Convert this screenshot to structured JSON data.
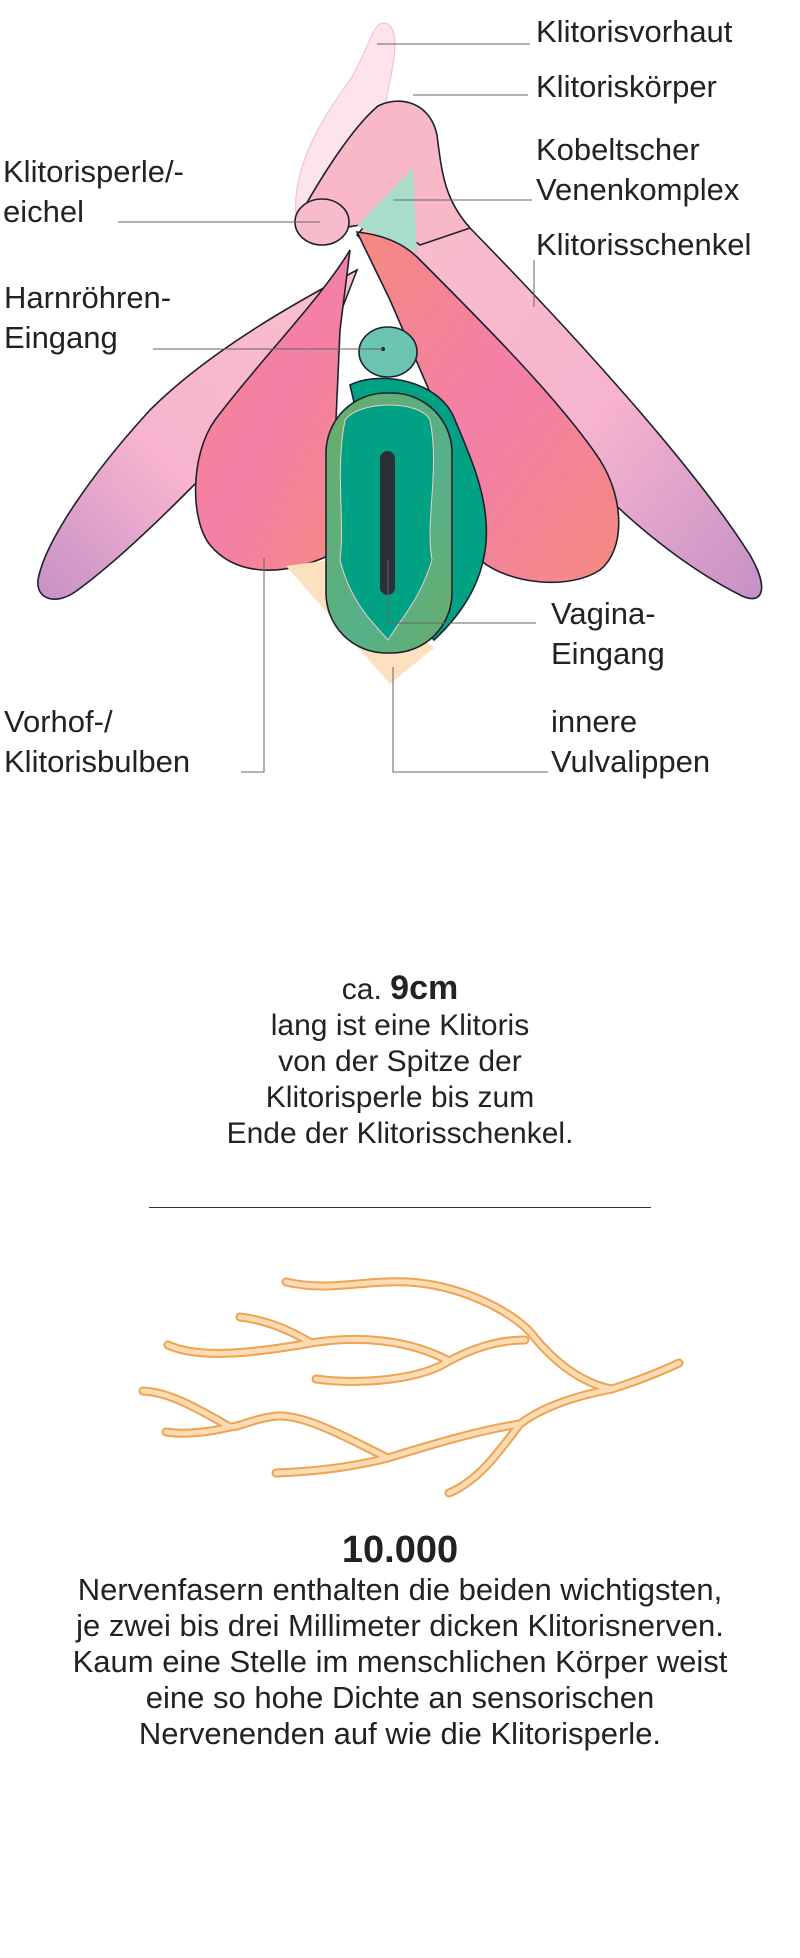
{
  "labels": {
    "foreskin": "Klitorisvorhaut",
    "body": "Klitoriskörper",
    "venous_1": "Kobeltscher",
    "venous_2": "Venenkomplex",
    "crus": "Klitorisschenkel",
    "glans_1": "Klitorisperle/-",
    "glans_2": "eichel",
    "urethra_1": "Harnröhren-",
    "urethra_2": "Eingang",
    "vagina_1": "Vagina-",
    "vagina_2": "Eingang",
    "bulbs_1": "Vorhof-/",
    "bulbs_2": "Klitorisbulben",
    "labia_1": "innere",
    "labia_2": "Vulvalippen"
  },
  "length_fact": {
    "prefix": "ca.",
    "value": "9cm",
    "lines": [
      "lang ist eine Klitoris",
      "von der Spitze der",
      "Klitorisperle bis zum",
      "Ende der Klitorisschenkel."
    ]
  },
  "nerve_fact": {
    "value": "10.000",
    "lines": [
      "Nervenfasern enthalten die beiden wichtigsten,",
      "je zwei bis drei Millimeter dicken Klitorisnerven.",
      "Kaum eine Stelle im menschlichen Körper weist",
      "eine so hohe Dichte an sensorischen",
      "Nervenenden auf wie die Klitorisperle."
    ]
  },
  "colors": {
    "crura": "#f9c0cb",
    "crura_tip": "#c793c6",
    "bulbs": "#f47fa8",
    "labia": "#6aad68",
    "vestibule": "#00a283",
    "urethra": "#6cc5b1",
    "nerve": "#f0a350"
  }
}
